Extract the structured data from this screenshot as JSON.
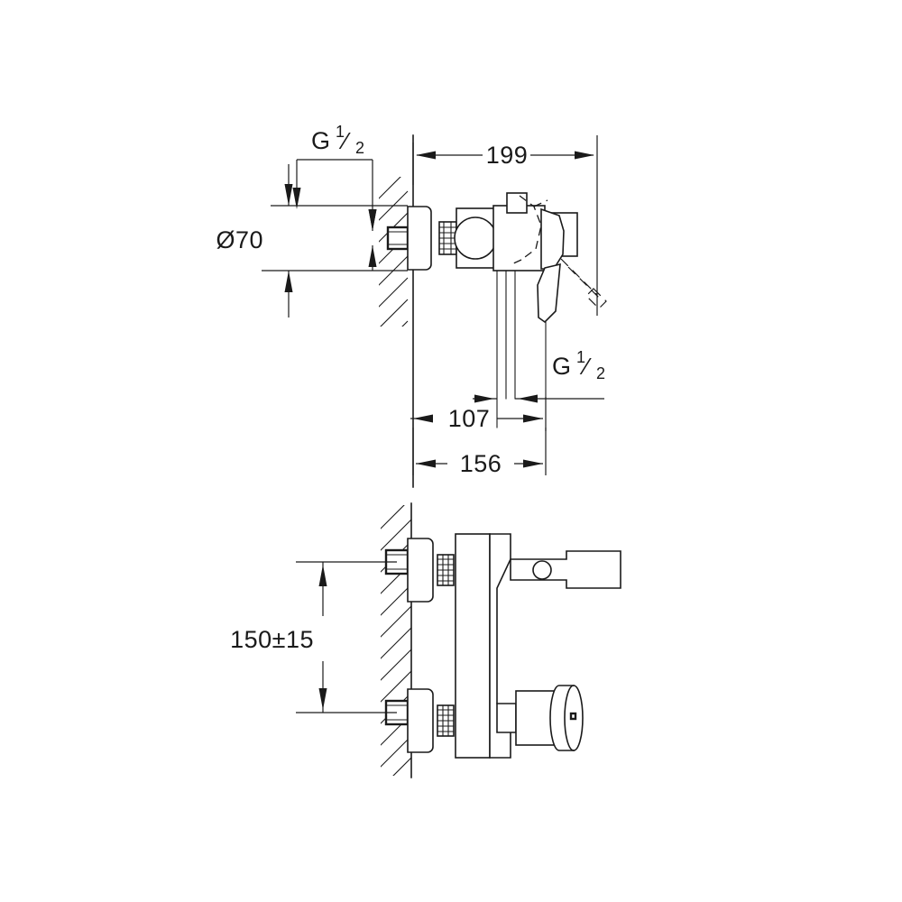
{
  "document": {
    "title": "Wall-mounted single-lever shower mixer — dimensional drawing",
    "type": "technical-drawing",
    "background_color": "#ffffff",
    "line_color": "#1a1a1a",
    "units": "mm"
  },
  "views": [
    {
      "id": "top-view",
      "name": "side-elevation-view",
      "description": "Side elevation of wall-mounted single lever mixer with swivel lever handle"
    },
    {
      "id": "bottom-view",
      "name": "front-elevation-view",
      "description": "Front elevation showing the two wall inlet connections and spacing"
    }
  ],
  "dimensions": {
    "top_width": "199",
    "projection_107": "107",
    "projection_156": "156",
    "escutcheon_diameter": "Ø70",
    "inlet_spacing": "150±15",
    "thread_label": "G",
    "thread_fraction_numerator": "1",
    "thread_fraction_denominator": "2"
  },
  "labels": {
    "g_half_top": {
      "letter": "G",
      "num": "1",
      "den": "2"
    },
    "g_half_bottom": {
      "letter": "G",
      "num": "1",
      "den": "2"
    },
    "diameter_70": "Ø70",
    "width_199": "199",
    "depth_107": "107",
    "depth_156": "156",
    "spacing_150": "150±15"
  }
}
